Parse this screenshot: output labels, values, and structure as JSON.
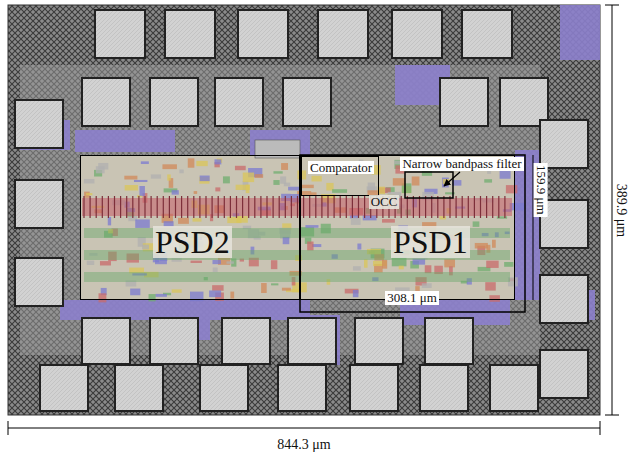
{
  "diagram": {
    "nodes": [
      {
        "text": [
          "PSD2"
        ]
      },
      {
        "text": [
          "PSD1"
        ]
      },
      {
        "text": [
          "Comparator"
        ],
        "in": 1
      }
    ],
    "labels": [
      "Narrow bandpass filter",
      "OCC",
      "159.9 μm",
      "308.1 μm",
      "844.3 μm",
      "389.9 μm"
    ]
  }
}
